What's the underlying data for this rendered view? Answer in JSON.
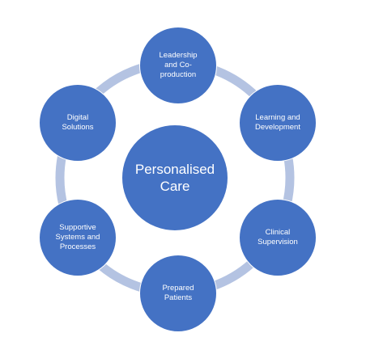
{
  "colors": {
    "node_fill": "#4472c4",
    "node_border": "#ffffff",
    "ring": "#b4c3e2",
    "text": "#ffffff"
  },
  "center": {
    "label": "Personalised\nCare"
  },
  "nodes": [
    {
      "label": "Leadership\nand Co-\nproduction"
    },
    {
      "label": "Learning and\nDevelopment"
    },
    {
      "label": "Clinical\nSupervision"
    },
    {
      "label": "Prepared\nPatients"
    },
    {
      "label": "Supportive\nSystems and\nProcesses"
    },
    {
      "label": "Digital\nSolutions"
    }
  ]
}
